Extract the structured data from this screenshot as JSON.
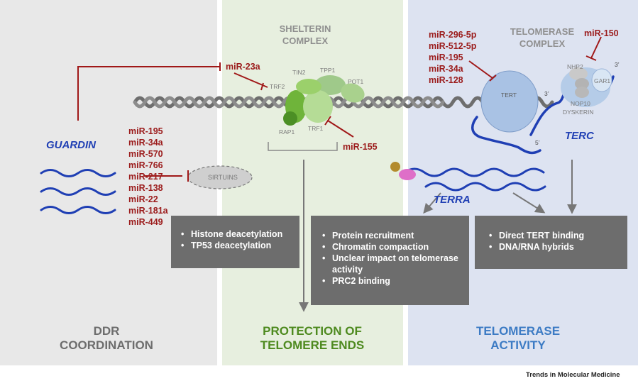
{
  "panels": {
    "ddr": {
      "title": "DDR\nCOORDINATION",
      "color": "#6d6d6d"
    },
    "protection": {
      "title": "PROTECTION OF\nTELOMERE ENDS",
      "color": "#4e8a1f"
    },
    "telomerase": {
      "title": "TELOMERASE\nACTIVITY",
      "color": "#3c7bc4"
    }
  },
  "headers": {
    "shelterin": "SHELTERIN\nCOMPLEX",
    "telomerase": "TELOMERASE\nCOMPLEX"
  },
  "lncrnas": {
    "guardin": "GUARDIN",
    "terra": "TERRA",
    "terc": "TERC"
  },
  "proteins": {
    "trf2": "TRF2",
    "tin2": "TIN2",
    "tpp1": "TPP1",
    "pot1": "POT1",
    "rap1": "RAP1",
    "trf1": "TRF1",
    "sirtuins": "SIRTUINS",
    "tert": "TERT",
    "nhp2": "NHP2",
    "gar1": "GAR1",
    "nop10": "NOP10",
    "dyskerin": "DYSKERIN",
    "three_prime_a": "3’",
    "three_prime_b": "3’",
    "five_prime": "5’"
  },
  "mirnas": {
    "trf2_target": "miR-23a",
    "trf1_target": "miR-155",
    "dyskerin_target": "miR-150",
    "sirtuin_targets": [
      "miR-195",
      "miR-34a",
      "miR-570",
      "miR-766",
      "miR-217",
      "miR-138",
      "miR-22",
      "miR-181a",
      "miR-449"
    ],
    "tert_targets": [
      "miR-296-5p",
      "miR-512-5p",
      "miR-195",
      "miR-34a",
      "miR-128"
    ]
  },
  "boxes": {
    "ddr": [
      "Histone deacetylation",
      "TP53 deacetylation"
    ],
    "protection": [
      "Protein recruitment",
      "Chromatin compaction",
      "Unclear impact on telomerase activity",
      "PRC2 binding"
    ],
    "telomerase": [
      "Direct TERT binding",
      "DNA/RNA hybrids"
    ]
  },
  "footer": "Trends in Molecular Medicine",
  "colors": {
    "mirna": "#9b1b1b",
    "lncrna": "#1f3fb4",
    "dna": "#6e6e6e",
    "box": "#6d6d6d",
    "shelterin_green": "#8cc84b",
    "tert_blue": "#a9c2e4"
  }
}
